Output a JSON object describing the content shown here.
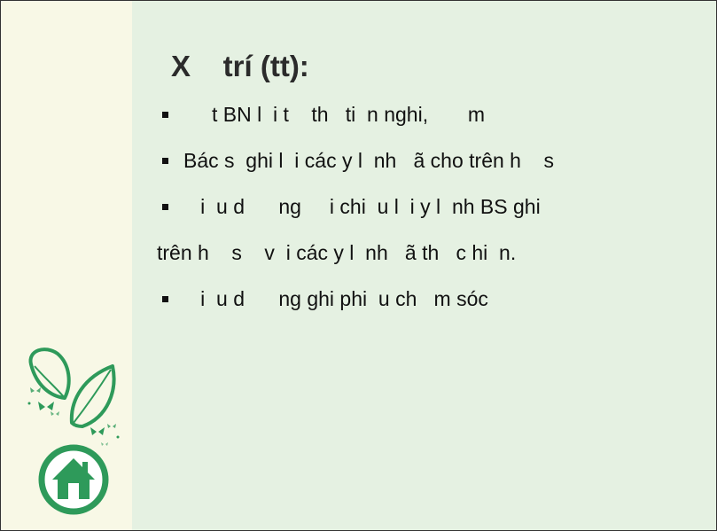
{
  "slide": {
    "title": "X    trí (tt):",
    "lines": [
      {
        "bullet": true,
        "text": "     t BN l  i t    th   ti  n nghi,       m"
      },
      {
        "bullet": true,
        "text": "Bác s  ghi l  i các y l  nh   ã cho trên h    s"
      },
      {
        "bullet": true,
        "text": "   i  u d      ng     i chi  u l  i y l  nh BS ghi"
      },
      {
        "bullet": false,
        "text": "trên h    s    v  i các y l  nh   ã th   c hi  n."
      },
      {
        "bullet": true,
        "text": "   i  u d      ng ghi phi  u ch   m sóc"
      }
    ]
  },
  "colors": {
    "background": "#e5f1e2",
    "left_strip": "#f8f8e6",
    "logo_green": "#2e9a5a"
  },
  "icons": [
    "leaf-icon",
    "butterfly-icon",
    "house-icon"
  ]
}
